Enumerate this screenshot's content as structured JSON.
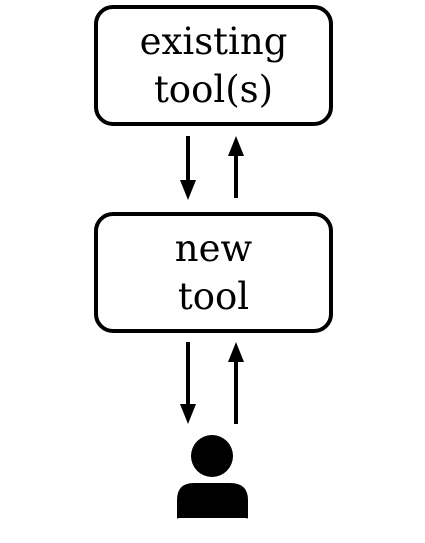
{
  "nodes": {
    "existing": {
      "line1": "existing",
      "line2": "tool(s)"
    },
    "new": {
      "line1": "new",
      "line2": "tool"
    },
    "user": {
      "icon": "user-icon"
    }
  },
  "edges": [
    {
      "from": "existing",
      "to": "new"
    },
    {
      "from": "new",
      "to": "existing"
    },
    {
      "from": "new",
      "to": "user"
    },
    {
      "from": "user",
      "to": "new"
    }
  ],
  "colors": {
    "stroke": "#000000",
    "background": "#ffffff"
  }
}
